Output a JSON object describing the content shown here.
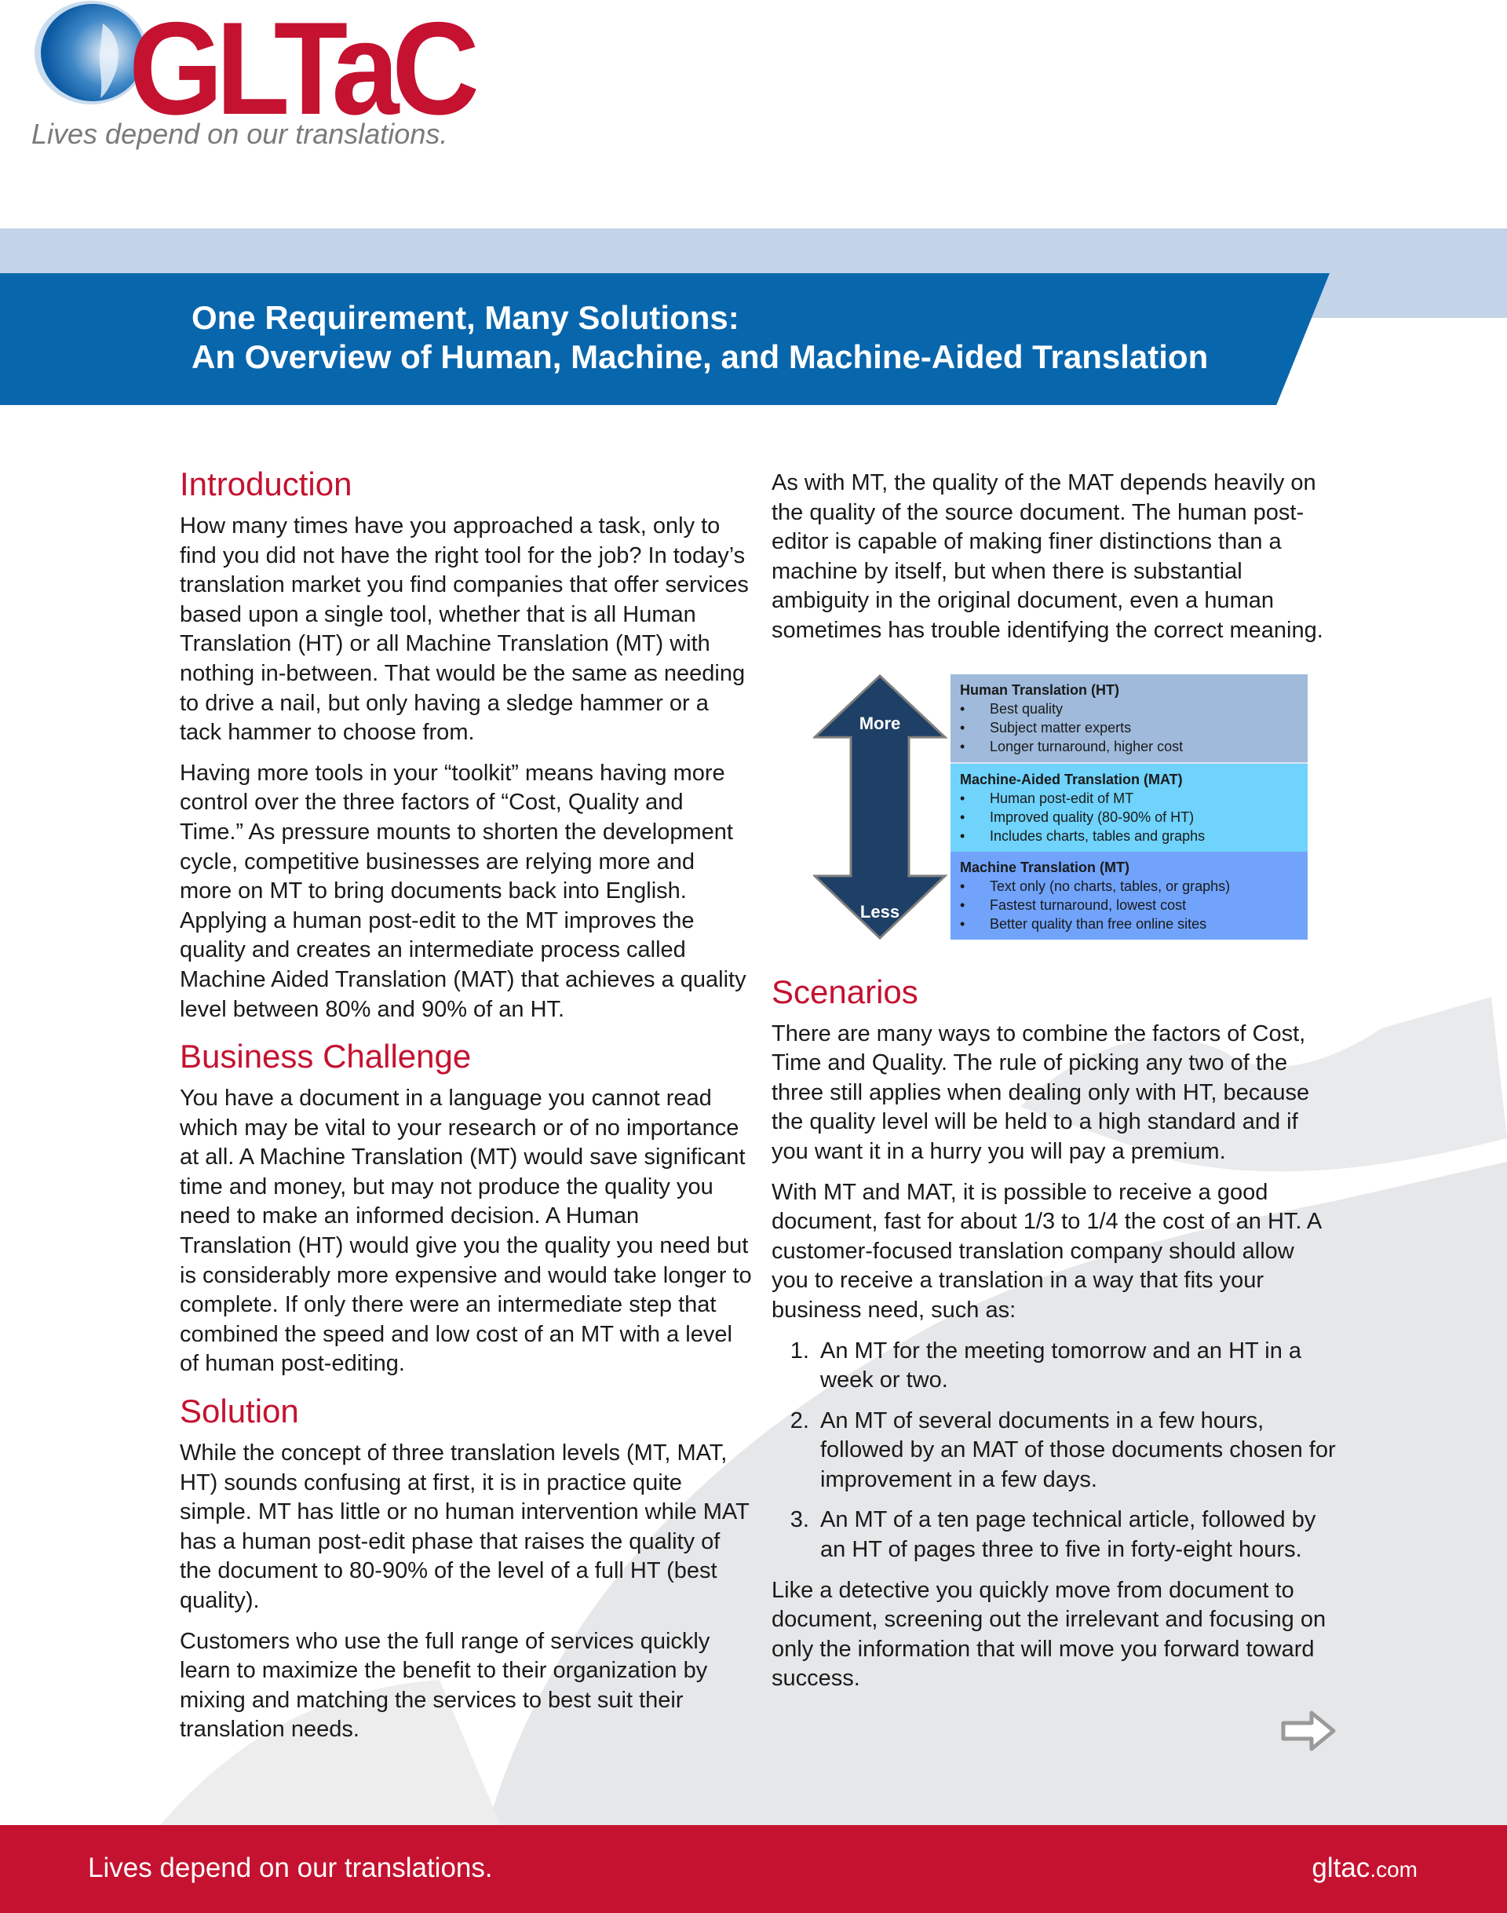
{
  "logo": {
    "wordmark": "GLTaC",
    "tagline": "Lives depend on our translations."
  },
  "title": {
    "line1": "One Requirement, Many Solutions:",
    "line2": "An Overview of Human, Machine, and Machine-Aided Translation"
  },
  "colors": {
    "brand_red": "#c41230",
    "brand_blue": "#0866ac",
    "band_light": "#c3d3e8",
    "ht_box": "#9fbadb",
    "mat_box": "#6fd3fb",
    "mt_box": "#71a3fb",
    "arrow": "#1e3f66"
  },
  "intro": {
    "heading": "Introduction",
    "paragraphs": [
      "How many times have you approached a task, only to find you did not have the right tool for the job? In today’s translation market you find companies that offer services based upon a single tool, whether that is all Human Translation (HT) or all Machine Translation (MT) with nothing in-between. That would be the same as needing to drive a nail, but only having a sledge hammer or a tack hammer to choose from.",
      "Having more tools in your “toolkit” means having more control over the three factors of “Cost, Quality and Time.” As pressure mounts to shorten the development cycle, competitive businesses are relying more and more on MT to bring documents back into English. Applying a human post-edit to the MT improves the quality and creates an intermediate process called Machine Aided Translation (MAT) that achieves a quality level between 80% and 90% of an HT."
    ]
  },
  "challenge": {
    "heading": "Business Challenge",
    "paragraphs": [
      "You have a document in a language you cannot read which may be vital to your research or of no importance at all. A Machine Translation (MT) would save significant time and money, but may not produce the quality you need to make an informed decision. A Human Translation (HT) would give you the quality you need but is considerably more expensive and would take longer to complete. If only there were an intermediate step that combined the speed and low cost of an MT with a level of human post-editing."
    ]
  },
  "solution": {
    "heading": "Solution",
    "paragraphs": [
      "While the concept of three translation levels (MT, MAT, HT) sounds confusing at first, it is in practice quite simple. MT has little or no human intervention while MAT has a human post-edit phase that raises the quality of the document to 80-90% of the level of a full HT (best quality).",
      "Customers who use the full range of services quickly learn to maximize the benefit to their organization by mixing and matching the services to best suit their translation needs."
    ]
  },
  "mat_paragraph": "As with MT, the quality of the MAT depends heavily on the quality of the source document. The human post-editor is capable of making finer distinctions than a machine by itself, but when there is substantial ambiguity in the original document, even a human sometimes has trouble identifying the correct meaning.",
  "diagram": {
    "arrow_top": "More",
    "arrow_bottom": "Less",
    "boxes": [
      {
        "title": "Human Translation (HT)",
        "items": [
          "Best quality",
          "Subject matter experts",
          "Longer turnaround, higher cost"
        ]
      },
      {
        "title": "Machine-Aided Translation (MAT)",
        "items": [
          "Human post-edit of MT",
          "Improved quality (80-90% of HT)",
          "Includes charts, tables and graphs"
        ]
      },
      {
        "title": "Machine Translation (MT)",
        "items": [
          "Text only (no charts, tables, or graphs)",
          "Fastest turnaround, lowest cost",
          "Better quality than free online sites"
        ]
      }
    ]
  },
  "scenarios": {
    "heading": "Scenarios",
    "paragraphs": [
      "There are many ways to combine the factors of Cost, Time and Quality. The rule of picking any two of the three still applies when dealing only with HT, because the quality level will be held to a high standard and if you want it in a hurry you will pay a premium.",
      "With MT and MAT, it is possible to receive a good document, fast for about 1/3 to 1/4 the cost of an HT. A customer-focused translation company should allow you to receive a translation in a way that fits your business need, such as:"
    ],
    "list": [
      "An MT for the meeting tomorrow and an HT in a week or two.",
      "An MT of several documents in a few hours, followed by an MAT of those documents chosen for improvement in a few days.",
      "An MT of a ten page technical article, followed by an HT of pages three to five in forty-eight hours."
    ],
    "closing": "Like a detective you quickly move from document to document, screening out the irrelevant and focusing on only the information that will move you forward toward success."
  },
  "next_icon": "arrow-right-outline-icon",
  "footer": {
    "tagline": "Lives depend on our translations.",
    "site_main": "gltac",
    "site_tld": ".com"
  }
}
